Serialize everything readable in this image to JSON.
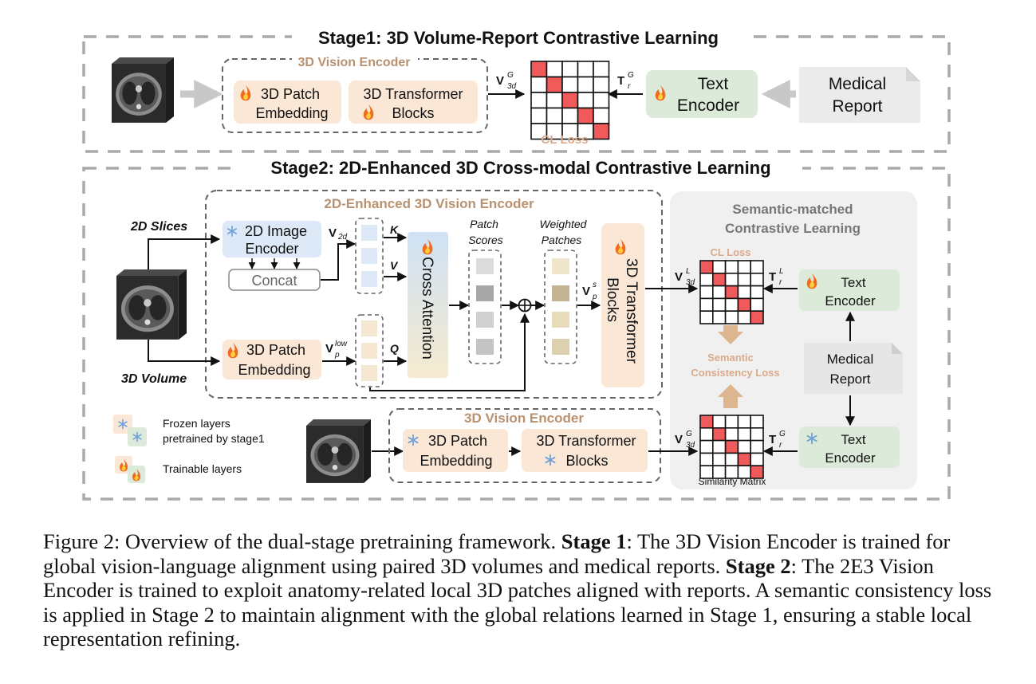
{
  "stage1": {
    "title": "Stage1: 3D Volume-Report Contrastive Learning",
    "encoder_title": "3D Vision Encoder",
    "patch_embed_l1": "3D Patch",
    "patch_embed_l2": "Embedding",
    "transformer_l1": "3D Transformer",
    "transformer_l2": "Blocks",
    "v_label": "V",
    "v_sup": "G",
    "v_sub": "3d",
    "t_label": "T",
    "t_sup": "G",
    "t_sub": "r",
    "cl_loss": "CL Loss",
    "text_encoder_l1": "Text",
    "text_encoder_l2": "Encoder",
    "report_l1": "Medical",
    "report_l2": "Report"
  },
  "stage2": {
    "title": "Stage2: 2D-Enhanced 3D Cross-modal Contrastive Learning",
    "encoder_title": "2D-Enhanced 3D Vision Encoder",
    "slices_label": "2D Slices",
    "volume_label": "3D Volume",
    "image_encoder_l1": "2D Image",
    "image_encoder_l2": "Encoder",
    "concat": "Concat",
    "patch_embed_l1": "3D Patch",
    "patch_embed_l2": "Embedding",
    "v2d_label": "V",
    "v2d_sub": "2d",
    "vlow_label": "V",
    "vlow_sup": "low",
    "vlow_sub": "p",
    "k": "K",
    "v": "V",
    "q": "Q",
    "cross_attention": "Cross Attention",
    "patch_scores_l1": "Patch",
    "patch_scores_l2": "Scores",
    "weighted_l1": "Weighted",
    "weighted_l2": "Patches",
    "vps_label": "V",
    "vps_sup": "s",
    "vps_sub": "p",
    "transformer_l1": "3D Transformer",
    "transformer_l2": "Blocks",
    "semantic_title_l1": "Semantic-matched",
    "semantic_title_l2": "Contrastive Learning",
    "cl_loss": "CL Loss",
    "vL_label": "V",
    "vL_sup": "L",
    "vL_sub": "3d",
    "tL_label": "T",
    "tL_sup": "L",
    "tL_sub": "r",
    "text_encoder_l1": "Text",
    "text_encoder_l2": "Encoder",
    "report_l1": "Medical",
    "report_l2": "Report",
    "sem_loss_l1": "Semantic",
    "sem_loss_l2": "Consistency Loss",
    "vG_label": "V",
    "vG_sup": "G",
    "vG_sub": "3d",
    "tG_label": "T",
    "tG_sup": "G",
    "tG_sub": "r",
    "similarity_matrix": "Similarity Matrix",
    "frozen_encoder_title": "3D Vision Encoder",
    "frozen_patch_l1": "3D Patch",
    "frozen_patch_l2": "Embedding",
    "frozen_transformer_l1": "3D Transformer",
    "frozen_transformer_l2": "Blocks",
    "legend_frozen_l1": "Frozen layers",
    "legend_frozen_l2": "pretrained by stage1",
    "legend_trainable": "Trainable  layers"
  },
  "caption": {
    "p1": "Figure 2:  Overview of the dual-stage pretraining framework. ",
    "b1": "Stage 1",
    "p2": ": The 3D Vision Encoder is trained for global vision-language alignment using paired 3D volumes and medical reports. ",
    "b2": "Stage 2",
    "p3": ": The 2E3 Vision Encoder is trained to exploit anatomy-related local 3D patches aligned with reports. A semantic consistency loss is applied in Stage 2 to maintain alignment with the global relations learned in Stage 1, ensuring a stable local representation refining."
  },
  "colors": {
    "frame": "#a9a9a9",
    "orange_box": "#fbe7d6",
    "green_box": "#dcebd9",
    "blue_box": "#dde9f7",
    "tan_text": "#b89270",
    "red_cell": "#f05a5a",
    "gray_panel": "#f0f0f0"
  }
}
